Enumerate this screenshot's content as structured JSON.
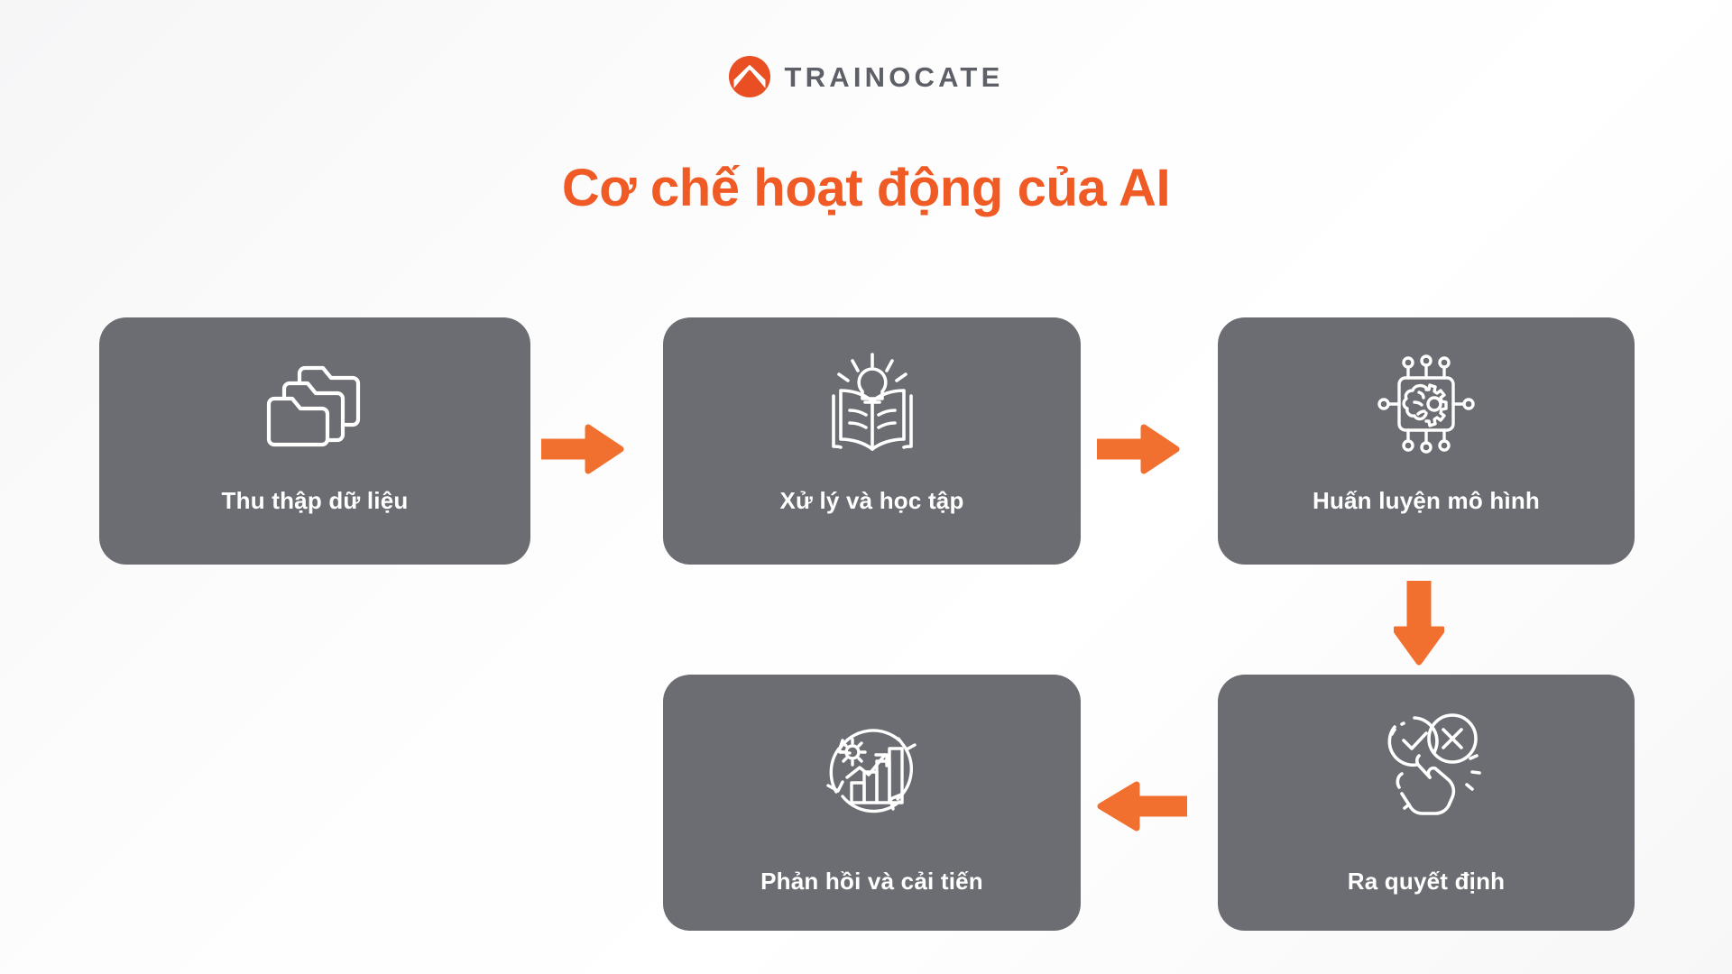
{
  "brand": {
    "name": "TRAINOCATE",
    "logo_icon": "trainocate-mountain-logo",
    "logo_color": "#ea4f24",
    "wordmark_color": "#5d6066"
  },
  "title": "Cơ chế hoạt động của AI",
  "colors": {
    "accent": "#ef5a25",
    "card_background": "#6b6d72",
    "card_text": "#ffffff",
    "page_background": "#fafafa"
  },
  "steps": [
    {
      "id": "step-1",
      "label": "Thu thập dữ liệu",
      "icon": "folders-icon"
    },
    {
      "id": "step-2",
      "label": "Xử lý và học tập",
      "icon": "book-lightbulb-icon"
    },
    {
      "id": "step-3",
      "label": "Huấn luyện mô hình",
      "icon": "ai-chip-brain-gear-icon"
    },
    {
      "id": "step-4",
      "label": "Ra quyết định",
      "icon": "decision-hand-check-cross-icon"
    },
    {
      "id": "step-5",
      "label": "Phản hồi và cải tiến",
      "icon": "feedback-cycle-chart-gear-icon"
    }
  ],
  "connectors": [
    {
      "id": "connector-1",
      "direction": "right",
      "from": "step-1",
      "to": "step-2"
    },
    {
      "id": "connector-2",
      "direction": "right",
      "from": "step-2",
      "to": "step-3"
    },
    {
      "id": "connector-3",
      "direction": "down",
      "from": "step-3",
      "to": "step-4"
    },
    {
      "id": "connector-4",
      "direction": "left",
      "from": "step-4",
      "to": "step-5"
    }
  ]
}
